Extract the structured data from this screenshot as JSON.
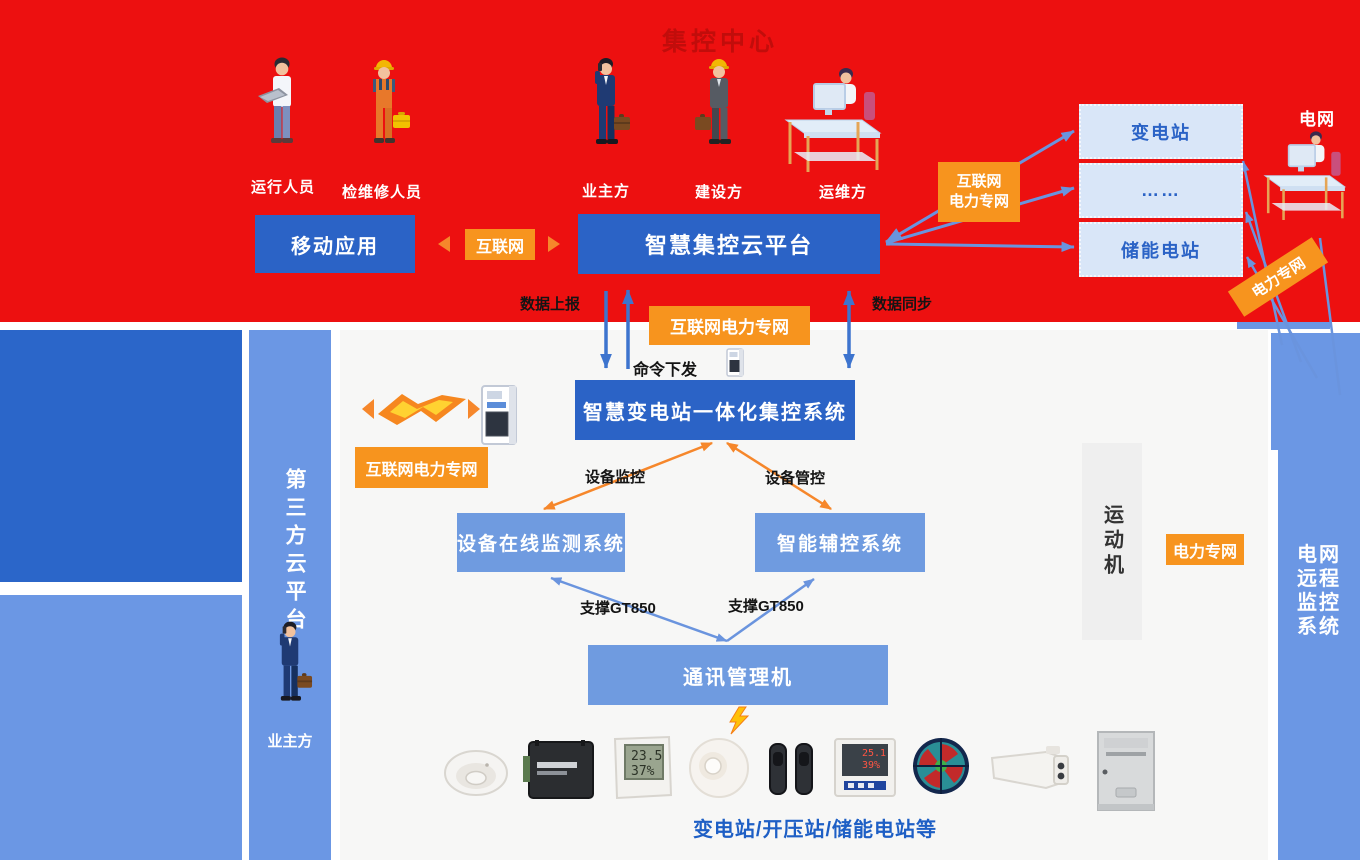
{
  "banner": {
    "title": "集控中心",
    "people": [
      {
        "label": "运行人员"
      },
      {
        "label": "检维修人员"
      },
      {
        "label": "业主方"
      },
      {
        "label": "建设方"
      },
      {
        "label": "运维方"
      }
    ],
    "mobile_app": "移动应用",
    "internet_badge": "互联网",
    "cloud_platform": "智慧集控云平台",
    "data_report": "数据上报",
    "data_sync": "数据同步",
    "station_boxes": [
      "变电站",
      "……",
      "储能电站"
    ],
    "inet_power_badge_line1": "互联网",
    "inet_power_badge_line2": "电力专网",
    "grid_label": "电网",
    "power_net_rotated": "电力专网"
  },
  "middle": {
    "inet_power_center": "互联网电力专网",
    "command_issue": "命令下发",
    "integrated_system": "智慧变电站一体化集控系统",
    "inet_power_left": "互联网电力专网",
    "device_monitor": "设备监控",
    "device_manage": "设备管控",
    "online_monitoring_system": "设备在线监测系统",
    "smart_aux_system": "智能辅控系统",
    "gt850_left": "支撑GT850",
    "gt850_right": "支撑GT850",
    "comm_manager": "通讯管理机",
    "caption": "变电站/开压站/储能电站等",
    "motion_machine": "运动机",
    "power_net_badge": "电力专网"
  },
  "left_sidebar": {
    "third_party_cloud": "第三方云平台",
    "owner_label": "业主方"
  },
  "right_sidebar": {
    "lines": [
      "电网",
      "远程",
      "监控",
      "系统"
    ]
  },
  "device_icons": [
    "smoke-detector",
    "signal-module",
    "thermo-hygrometer",
    "ceiling-motion-sensor",
    "infrared-beam-sensors",
    "panel-meter",
    "axial-fan",
    "bullet-camera",
    "control-cabinet"
  ],
  "colors": {
    "banner_red": "#ED1010",
    "title_red": "#C10D0B",
    "dark_blue": "#2B63C6",
    "mid_blue": "#6F9BE0",
    "sidebar_blue": "#6B97E4",
    "left_dark_blue": "#2B66C9",
    "light_box_fill": "#D9E6F8",
    "orange_badge": "#F7941E",
    "orange_arrow": "#F6872B",
    "arrow_blue": "#6A94DE",
    "arrow_strong_blue": "#3D74CE",
    "caption_blue": "#1E5FC5",
    "bg_gray": "#F7F7F6",
    "gray_box": "#EFEFEF"
  }
}
